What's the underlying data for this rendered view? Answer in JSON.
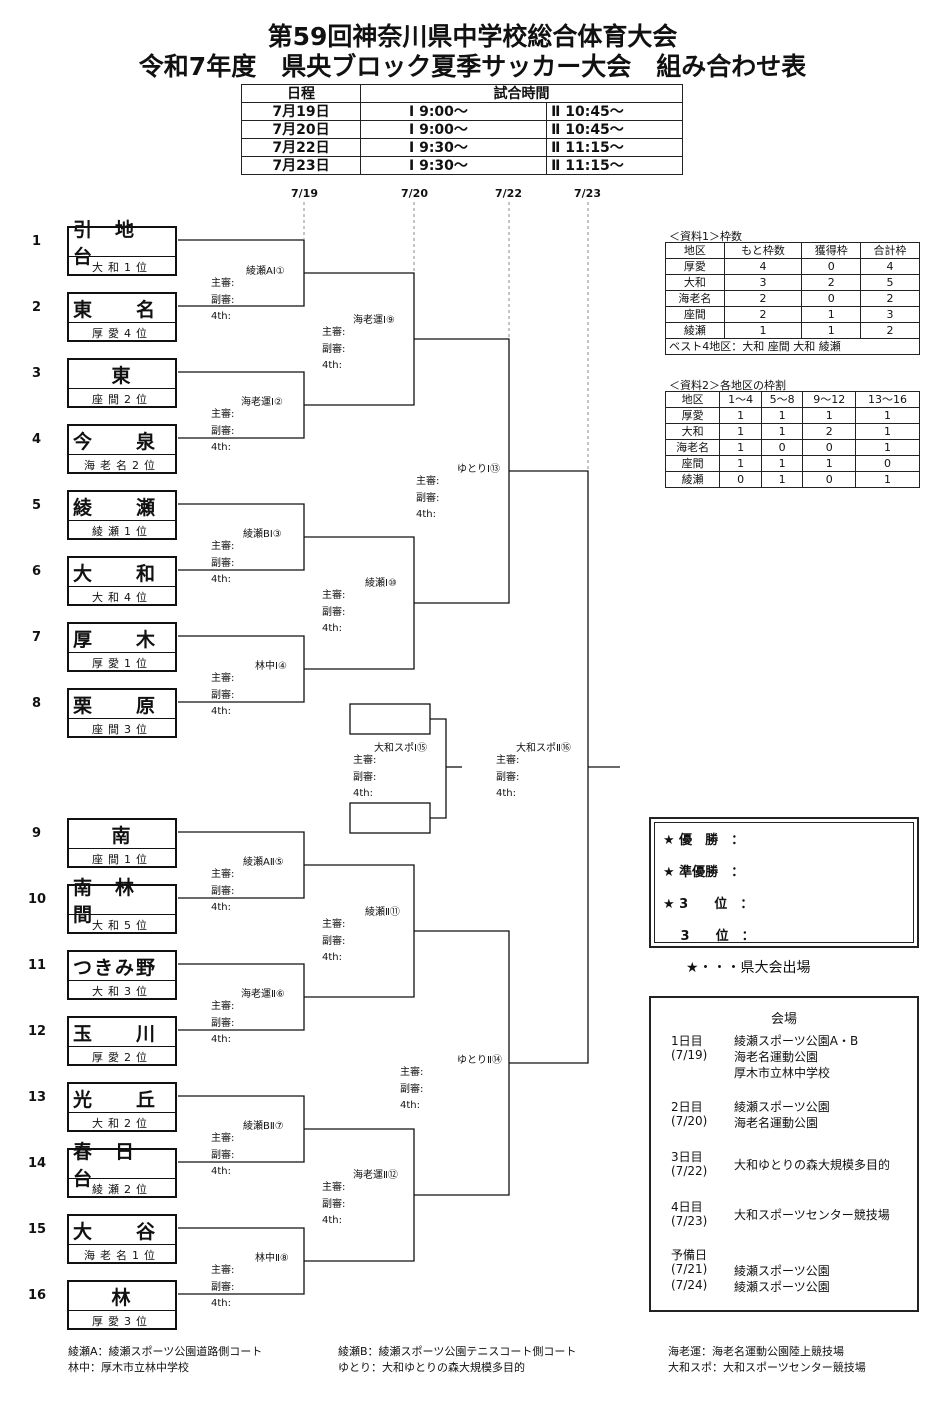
{
  "title1": "第59回神奈川県中学校総合体育大会",
  "title2": "令和7年度　県央ブロック夏季サッカー大会　組み合わせ表",
  "schedule": {
    "h_day": "日程",
    "h_time": "試合時間",
    "rows": [
      {
        "day": "7月19日",
        "t1": "Ⅰ 9:00～",
        "t2": "Ⅱ 10:45～"
      },
      {
        "day": "7月20日",
        "t1": "Ⅰ 9:00～",
        "t2": "Ⅱ 10:45～"
      },
      {
        "day": "7月22日",
        "t1": "Ⅰ 9:30～",
        "t2": "Ⅱ 11:15～"
      },
      {
        "day": "7月23日",
        "t1": "Ⅰ 9:30～",
        "t2": "Ⅱ 11:15～"
      }
    ]
  },
  "round_dates": [
    "7/19",
    "7/20",
    "7/22",
    "7/23"
  ],
  "teams": [
    {
      "no": "1",
      "name": "引　地　台",
      "rank": "大和1位"
    },
    {
      "no": "2",
      "name": "東　　名",
      "rank": "厚愛4位"
    },
    {
      "no": "3",
      "name": "東",
      "rank": "座間2位"
    },
    {
      "no": "4",
      "name": "今　　泉",
      "rank": "海老名2位"
    },
    {
      "no": "5",
      "name": "綾　　瀬",
      "rank": "綾瀬1位"
    },
    {
      "no": "6",
      "name": "大　　和",
      "rank": "大和4位"
    },
    {
      "no": "7",
      "name": "厚　　木",
      "rank": "厚愛1位"
    },
    {
      "no": "8",
      "name": "栗　　原",
      "rank": "座間3位"
    },
    {
      "no": "9",
      "name": "南",
      "rank": "座間1位"
    },
    {
      "no": "10",
      "name": "南　林　間",
      "rank": "大和5位"
    },
    {
      "no": "11",
      "name": "つきみ野",
      "rank": "大和3位"
    },
    {
      "no": "12",
      "name": "玉　　川",
      "rank": "厚愛2位"
    },
    {
      "no": "13",
      "name": "光　　丘",
      "rank": "大和2位"
    },
    {
      "no": "14",
      "name": "春　日　台",
      "rank": "綾瀬2位"
    },
    {
      "no": "15",
      "name": "大　　谷",
      "rank": "海老名1位"
    },
    {
      "no": "16",
      "name": "林",
      "rank": "厚愛3位"
    }
  ],
  "matches": [
    "綾瀬AⅠ①",
    "海老運Ⅰ②",
    "綾瀬BⅠ③",
    "林中Ⅰ④",
    "綾瀬AⅡ⑤",
    "海老運Ⅱ⑥",
    "綾瀬BⅡ⑦",
    "林中Ⅱ⑧",
    "海老運Ⅰ⑨",
    "綾瀬Ⅰ⑩",
    "綾瀬Ⅱ⑪",
    "海老運Ⅱ⑫",
    "ゆとりⅠ⑬",
    "ゆとりⅡ⑭",
    "大和スポⅠ⑮",
    "大和スポⅡ⑯"
  ],
  "refs_text": "主審:\n副審:\n4th:",
  "waku": {
    "caption": "＜資料1＞枠数",
    "headers": [
      "地区",
      "もと枠数",
      "獲得枠",
      "合計枠"
    ],
    "rows": [
      [
        "厚愛",
        "4",
        "0",
        "4"
      ],
      [
        "大和",
        "3",
        "2",
        "5"
      ],
      [
        "海老名",
        "2",
        "0",
        "2"
      ],
      [
        "座間",
        "2",
        "1",
        "3"
      ],
      [
        "綾瀬",
        "1",
        "1",
        "2"
      ]
    ],
    "best4": "ベスト4地区：大和 座間 大和 綾瀬"
  },
  "wari": {
    "caption": "＜資料2＞各地区の枠割",
    "headers": [
      "地区",
      "1～4",
      "5～8",
      "9～12",
      "13～16"
    ],
    "rows": [
      [
        "厚愛",
        "1",
        "1",
        "1",
        "1"
      ],
      [
        "大和",
        "1",
        "1",
        "2",
        "1"
      ],
      [
        "海老名",
        "1",
        "0",
        "0",
        "1"
      ],
      [
        "座間",
        "1",
        "1",
        "1",
        "0"
      ],
      [
        "綾瀬",
        "0",
        "1",
        "0",
        "1"
      ]
    ]
  },
  "results": [
    "★ 優　勝　：",
    "★ 準優勝　：",
    "★ 3　　位　：",
    "　 3　　位　："
  ],
  "star_note": "★・・・県大会出場",
  "venue": {
    "title": "会場",
    "days": [
      {
        "d": "1日目",
        "dt": "(7/19)",
        "places": [
          "綾瀬スポーツ公園A・B",
          "海老名運動公園",
          "厚木市立林中学校"
        ]
      },
      {
        "d": "2日目",
        "dt": "(7/20)",
        "places": [
          "綾瀬スポーツ公園",
          "海老名運動公園"
        ]
      },
      {
        "d": "3日目",
        "dt": "(7/22)",
        "places": [
          "大和ゆとりの森大規模多目的"
        ]
      },
      {
        "d": "4日目",
        "dt": "(7/23)",
        "places": [
          "大和スポーツセンター競技場"
        ]
      },
      {
        "d": "予備日",
        "dt": "",
        "places": []
      }
    ],
    "reserve": [
      {
        "dt": "(7/21)",
        "place": "綾瀬スポーツ公園"
      },
      {
        "dt": "(7/24)",
        "place": "綾瀬スポーツ公園"
      }
    ]
  },
  "footnotes": [
    "綾瀬A：綾瀬スポーツ公園道路側コート",
    "林中：厚木市立林中学校",
    "綾瀬B：綾瀬スポーツ公園テニスコート側コート",
    "ゆとり：大和ゆとりの森大規模多目的",
    "海老運：海老名運動公園陸上競技場",
    "大和スポ：大和スポーツセンター競技場"
  ]
}
